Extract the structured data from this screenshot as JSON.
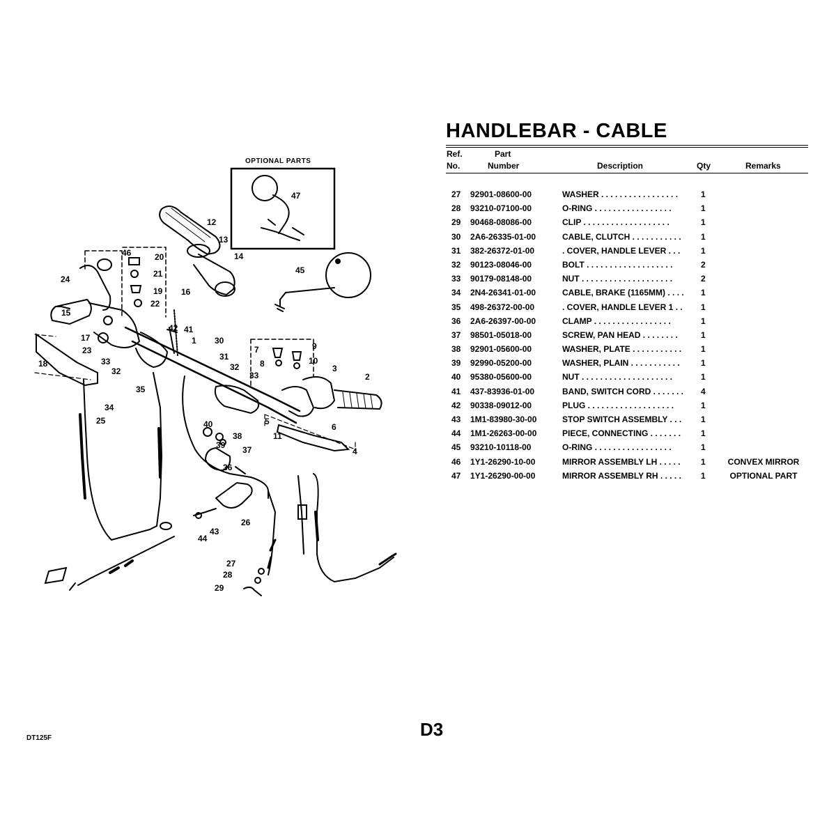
{
  "title": "HANDLEBAR - CABLE",
  "headers": {
    "ref_top": "Ref.",
    "ref_bottom": "No.",
    "part_top": "Part",
    "part_bottom": "Number",
    "description": "Description",
    "qty": "Qty",
    "remarks": "Remarks"
  },
  "parts": [
    {
      "ref": "27",
      "pn": "92901-08600-00",
      "desc": "WASHER . . . . . . . . . . . . . . . . .",
      "qty": "1",
      "rem": ""
    },
    {
      "ref": "28",
      "pn": "93210-07100-00",
      "desc": "O-RING  . . . . . . . . . . . . . . . . .",
      "qty": "1",
      "rem": ""
    },
    {
      "ref": "29",
      "pn": "90468-08086-00",
      "desc": "CLIP   . . . . . . . . . . . . . . . . . . .",
      "qty": "1",
      "rem": ""
    },
    {
      "ref": "30",
      "pn": "2A6-26335-01-00",
      "desc": "CABLE, CLUTCH  . . . . . . . . . . .",
      "qty": "1",
      "rem": ""
    },
    {
      "ref": "31",
      "pn": "382-26372-01-00",
      "desc": ". COVER, HANDLE LEVER  . . .",
      "qty": "1",
      "rem": ""
    },
    {
      "ref": "32",
      "pn": "90123-08046-00",
      "desc": "BOLT . . . . . . . . . . . . . . . . . . .",
      "qty": "2",
      "rem": ""
    },
    {
      "ref": "33",
      "pn": "90179-08148-00",
      "desc": "NUT  . . . . . . . . . . . . . . . . . . . .",
      "qty": "2",
      "rem": ""
    },
    {
      "ref": "34",
      "pn": "2N4-26341-01-00",
      "desc": "CABLE, BRAKE (1165MM)  . . . .",
      "qty": "1",
      "rem": ""
    },
    {
      "ref": "35",
      "pn": "498-26372-00-00",
      "desc": ". COVER, HANDLE LEVER 1  . .",
      "qty": "1",
      "rem": ""
    },
    {
      "ref": "36",
      "pn": "2A6-26397-00-00",
      "desc": "CLAMP  . . . . . . . . . . . . . . . . .",
      "qty": "1",
      "rem": ""
    },
    {
      "ref": "37",
      "pn": "98501-05018-00",
      "desc": "SCREW, PAN HEAD   . . . . . . . .",
      "qty": "1",
      "rem": ""
    },
    {
      "ref": "38",
      "pn": "92901-05600-00",
      "desc": "WASHER, PLATE  . . . . . . . . . . .",
      "qty": "1",
      "rem": ""
    },
    {
      "ref": "39",
      "pn": "92990-05200-00",
      "desc": "WASHER, PLAIN  . . . . . . . . . . .",
      "qty": "1",
      "rem": ""
    },
    {
      "ref": "40",
      "pn": "95380-05600-00",
      "desc": "NUT  . . . . . . . . . . . . . . . . . . . .",
      "qty": "1",
      "rem": ""
    },
    {
      "ref": "41",
      "pn": "437-83936-01-00",
      "desc": "BAND, SWITCH CORD  . . . . . . .",
      "qty": "4",
      "rem": ""
    },
    {
      "ref": "42",
      "pn": "90338-09012-00",
      "desc": "PLUG  . . . . . . . . . . . . . . . . . . .",
      "qty": "1",
      "rem": ""
    },
    {
      "ref": "43",
      "pn": "1M1-83980-30-00",
      "desc": "STOP SWITCH ASSEMBLY  . . .",
      "qty": "1",
      "rem": ""
    },
    {
      "ref": "44",
      "pn": "1M1-26263-00-00",
      "desc": "PIECE, CONNECTING  . . . . . . .",
      "qty": "1",
      "rem": ""
    },
    {
      "ref": "45",
      "pn": "93210-10118-00",
      "desc": "O-RING  . . . . . . . . . . . . . . . . .",
      "qty": "1",
      "rem": ""
    },
    {
      "ref": "46",
      "pn": "1Y1-26290-10-00",
      "desc": "MIRROR ASSEMBLY LH  . . . . .",
      "qty": "1",
      "rem": "CONVEX MIRROR"
    },
    {
      "ref": "47",
      "pn": "1Y1-26290-00-00",
      "desc": "MIRROR ASSEMBLY RH  . . . . .",
      "qty": "1",
      "rem": "OPTIONAL PART"
    }
  ],
  "diagram": {
    "optional_label": "OPTIONAL PARTS",
    "callouts": [
      "1",
      "2",
      "3",
      "4",
      "5",
      "6",
      "7",
      "8",
      "9",
      "10",
      "11",
      "12",
      "13",
      "14",
      "15",
      "16",
      "17",
      "18",
      "19",
      "20",
      "21",
      "22",
      "23",
      "24",
      "25",
      "26",
      "27",
      "28",
      "29",
      "30",
      "31",
      "32",
      "32",
      "33",
      "33",
      "34",
      "35",
      "36",
      "37",
      "38",
      "39",
      "40",
      "41",
      "42",
      "43",
      "44",
      "45",
      "46",
      "47"
    ]
  },
  "page_code": "D3",
  "model": "DT125F"
}
